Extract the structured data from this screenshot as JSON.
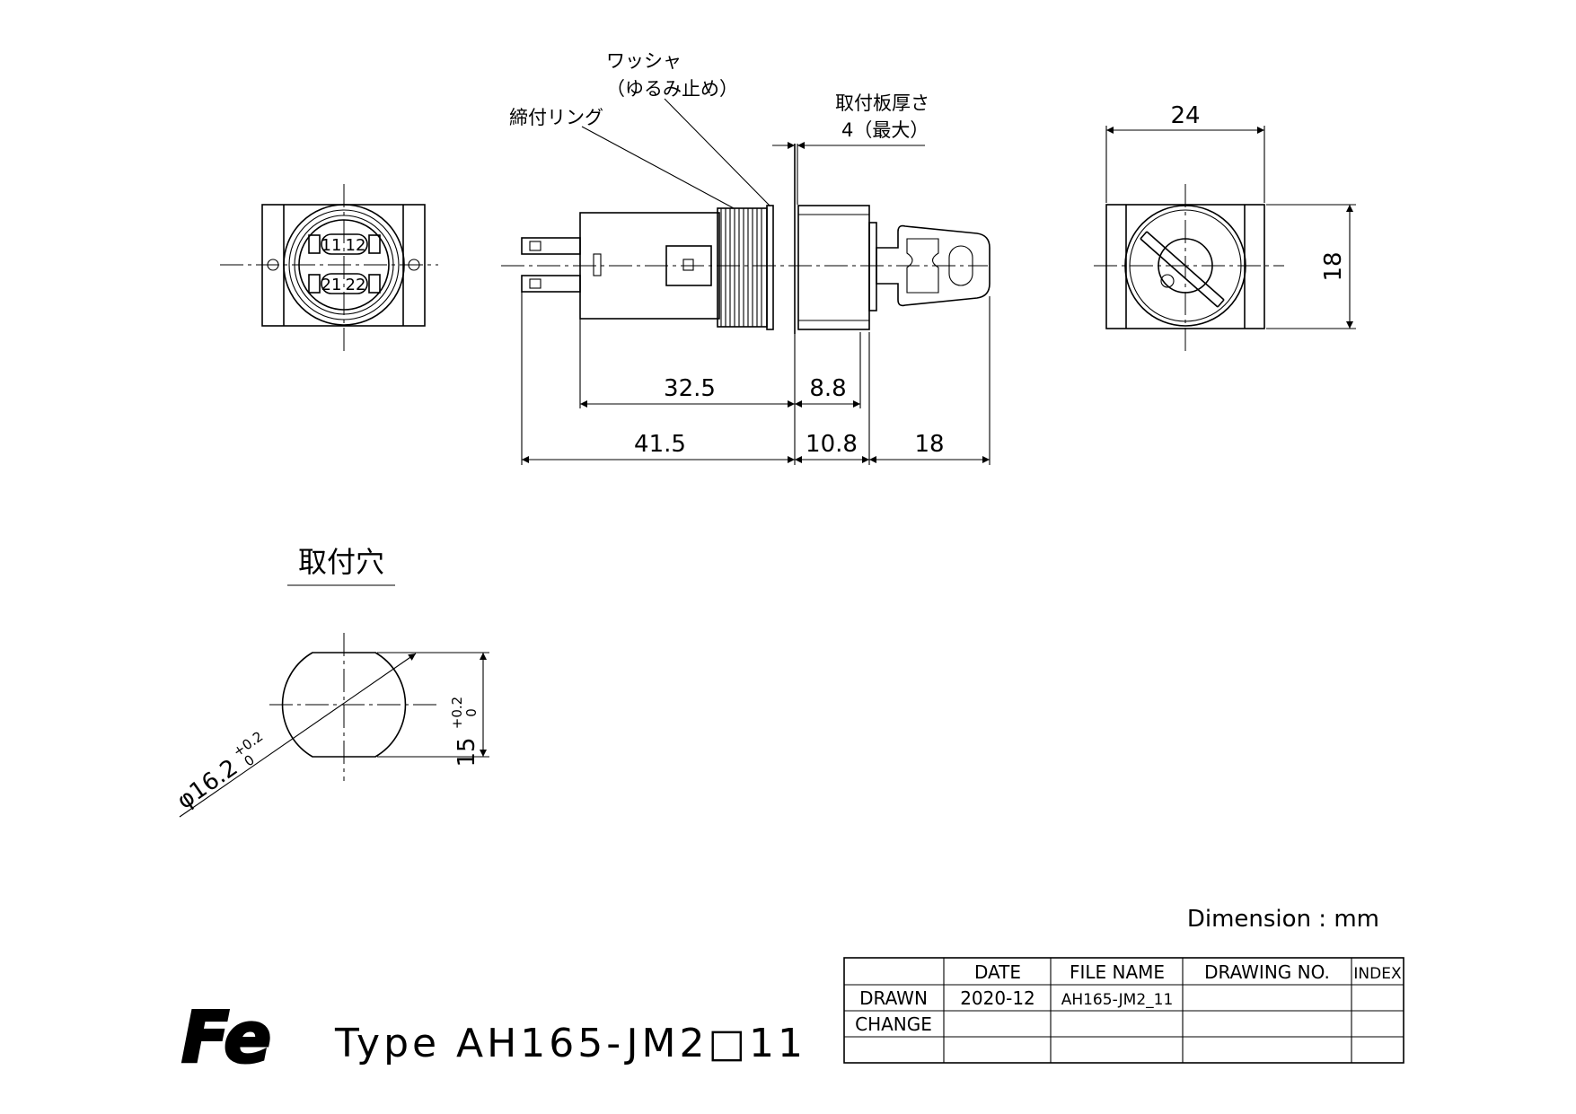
{
  "labels": {
    "washer": "ワッシャ",
    "washer_note": "（ゆるみ止め）",
    "tightening_ring": "締付リング",
    "panel_thickness": "取付板厚さ",
    "panel_thickness_value": "4（最大）",
    "mounting_hole": "取付穴"
  },
  "dimensions": {
    "width_24": "24",
    "height_18": "18",
    "len_32_5": "32.5",
    "len_8_8": "8.8",
    "len_41_5": "41.5",
    "len_10_8": "10.8",
    "len_18": "18",
    "hole_dia": "φ16.2",
    "hole_dia_tol_plus": "+0.2",
    "hole_dia_tol_minus": "0",
    "hole_flat": "15",
    "hole_flat_tol_plus": "+0.2",
    "hole_flat_tol_minus": "0"
  },
  "terminals": {
    "t11": "11",
    "t12": "12",
    "t21": "21",
    "t22": "22"
  },
  "dimension_unit": "Dimension : mm",
  "title_block": {
    "headers": [
      "DATE",
      "FILE NAME",
      "DRAWING NO.",
      "INDEX"
    ],
    "row_drawn": {
      "label": "DRAWN",
      "date": "2020-12",
      "file": "AH165-JM2_11",
      "drawing_no": "",
      "index": ""
    },
    "row_change": {
      "label": "CHANGE",
      "date": "",
      "file": "",
      "drawing_no": "",
      "index": ""
    }
  },
  "logo_text": "Fe",
  "type_label": "Type AH165-JM2□11"
}
